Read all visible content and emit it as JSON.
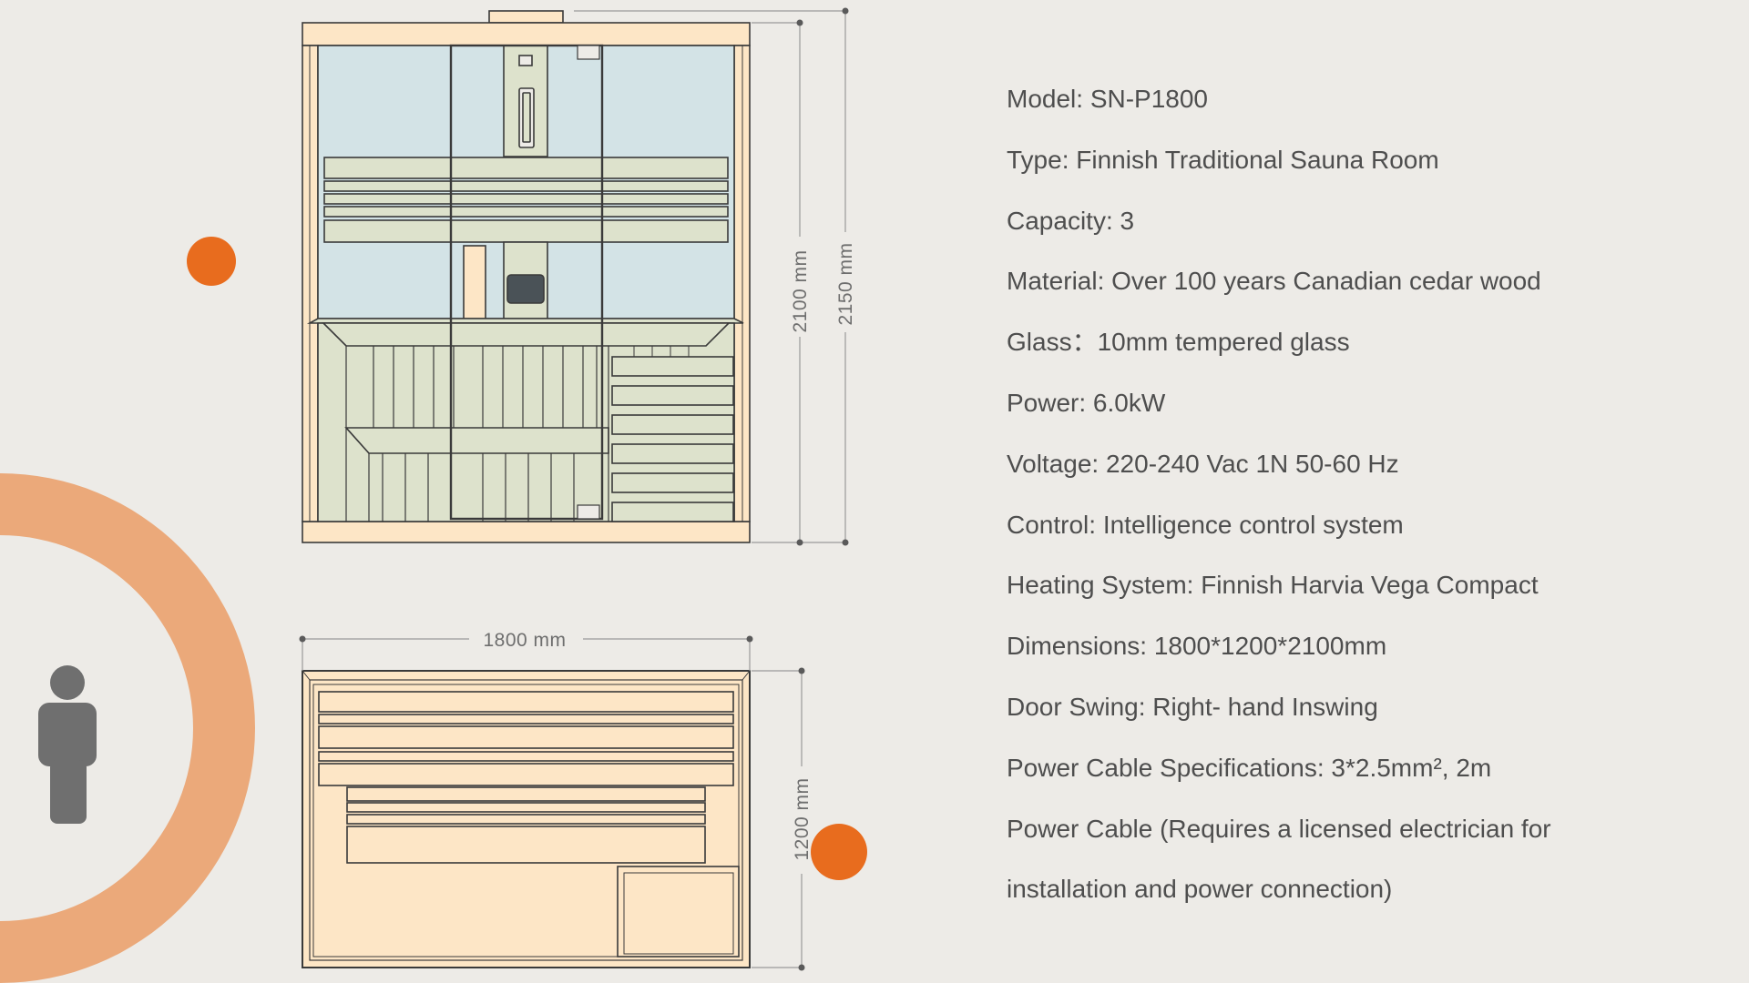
{
  "colors": {
    "background": "#edebe7",
    "accent_orange": "#e86c1e",
    "ring_orange": "#eba97a",
    "wood": "#fde6c6",
    "glass": "#d3e3e6",
    "bench": "#dde2cc",
    "outline": "#3a3a3a",
    "human_figure": "#6f6f6f",
    "dimension_text": "#6e6e6e",
    "spec_text": "#4e4e4e"
  },
  "icons": {
    "human_figure": "person-silhouette-icon",
    "heater_control": "control-panel-icon"
  },
  "dimensions": {
    "height_inner": "2100 mm",
    "height_outer": "2150 mm",
    "width": "1800 mm",
    "depth": "1200 mm"
  },
  "specs": [
    "Model: SN-P1800",
    "Type: Finnish Traditional Sauna Room",
    "Capacity: 3",
    "Material: Over 100 years Canadian cedar wood",
    "Glass：10mm tempered glass",
    "Power: 6.0kW",
    "Voltage: 220-240 Vac 1N 50-60 Hz",
    "Control: Intelligence control system",
    "Heating System: Finnish Harvia Vega Compact",
    "Dimensions: 1800*1200*2100mm",
    "Door Swing: Right- hand Inswing",
    "Power Cable Specifications: 3*2.5mm², 2m",
    "Power Cable (Requires a licensed electrician for",
    "installation and power connection)"
  ]
}
